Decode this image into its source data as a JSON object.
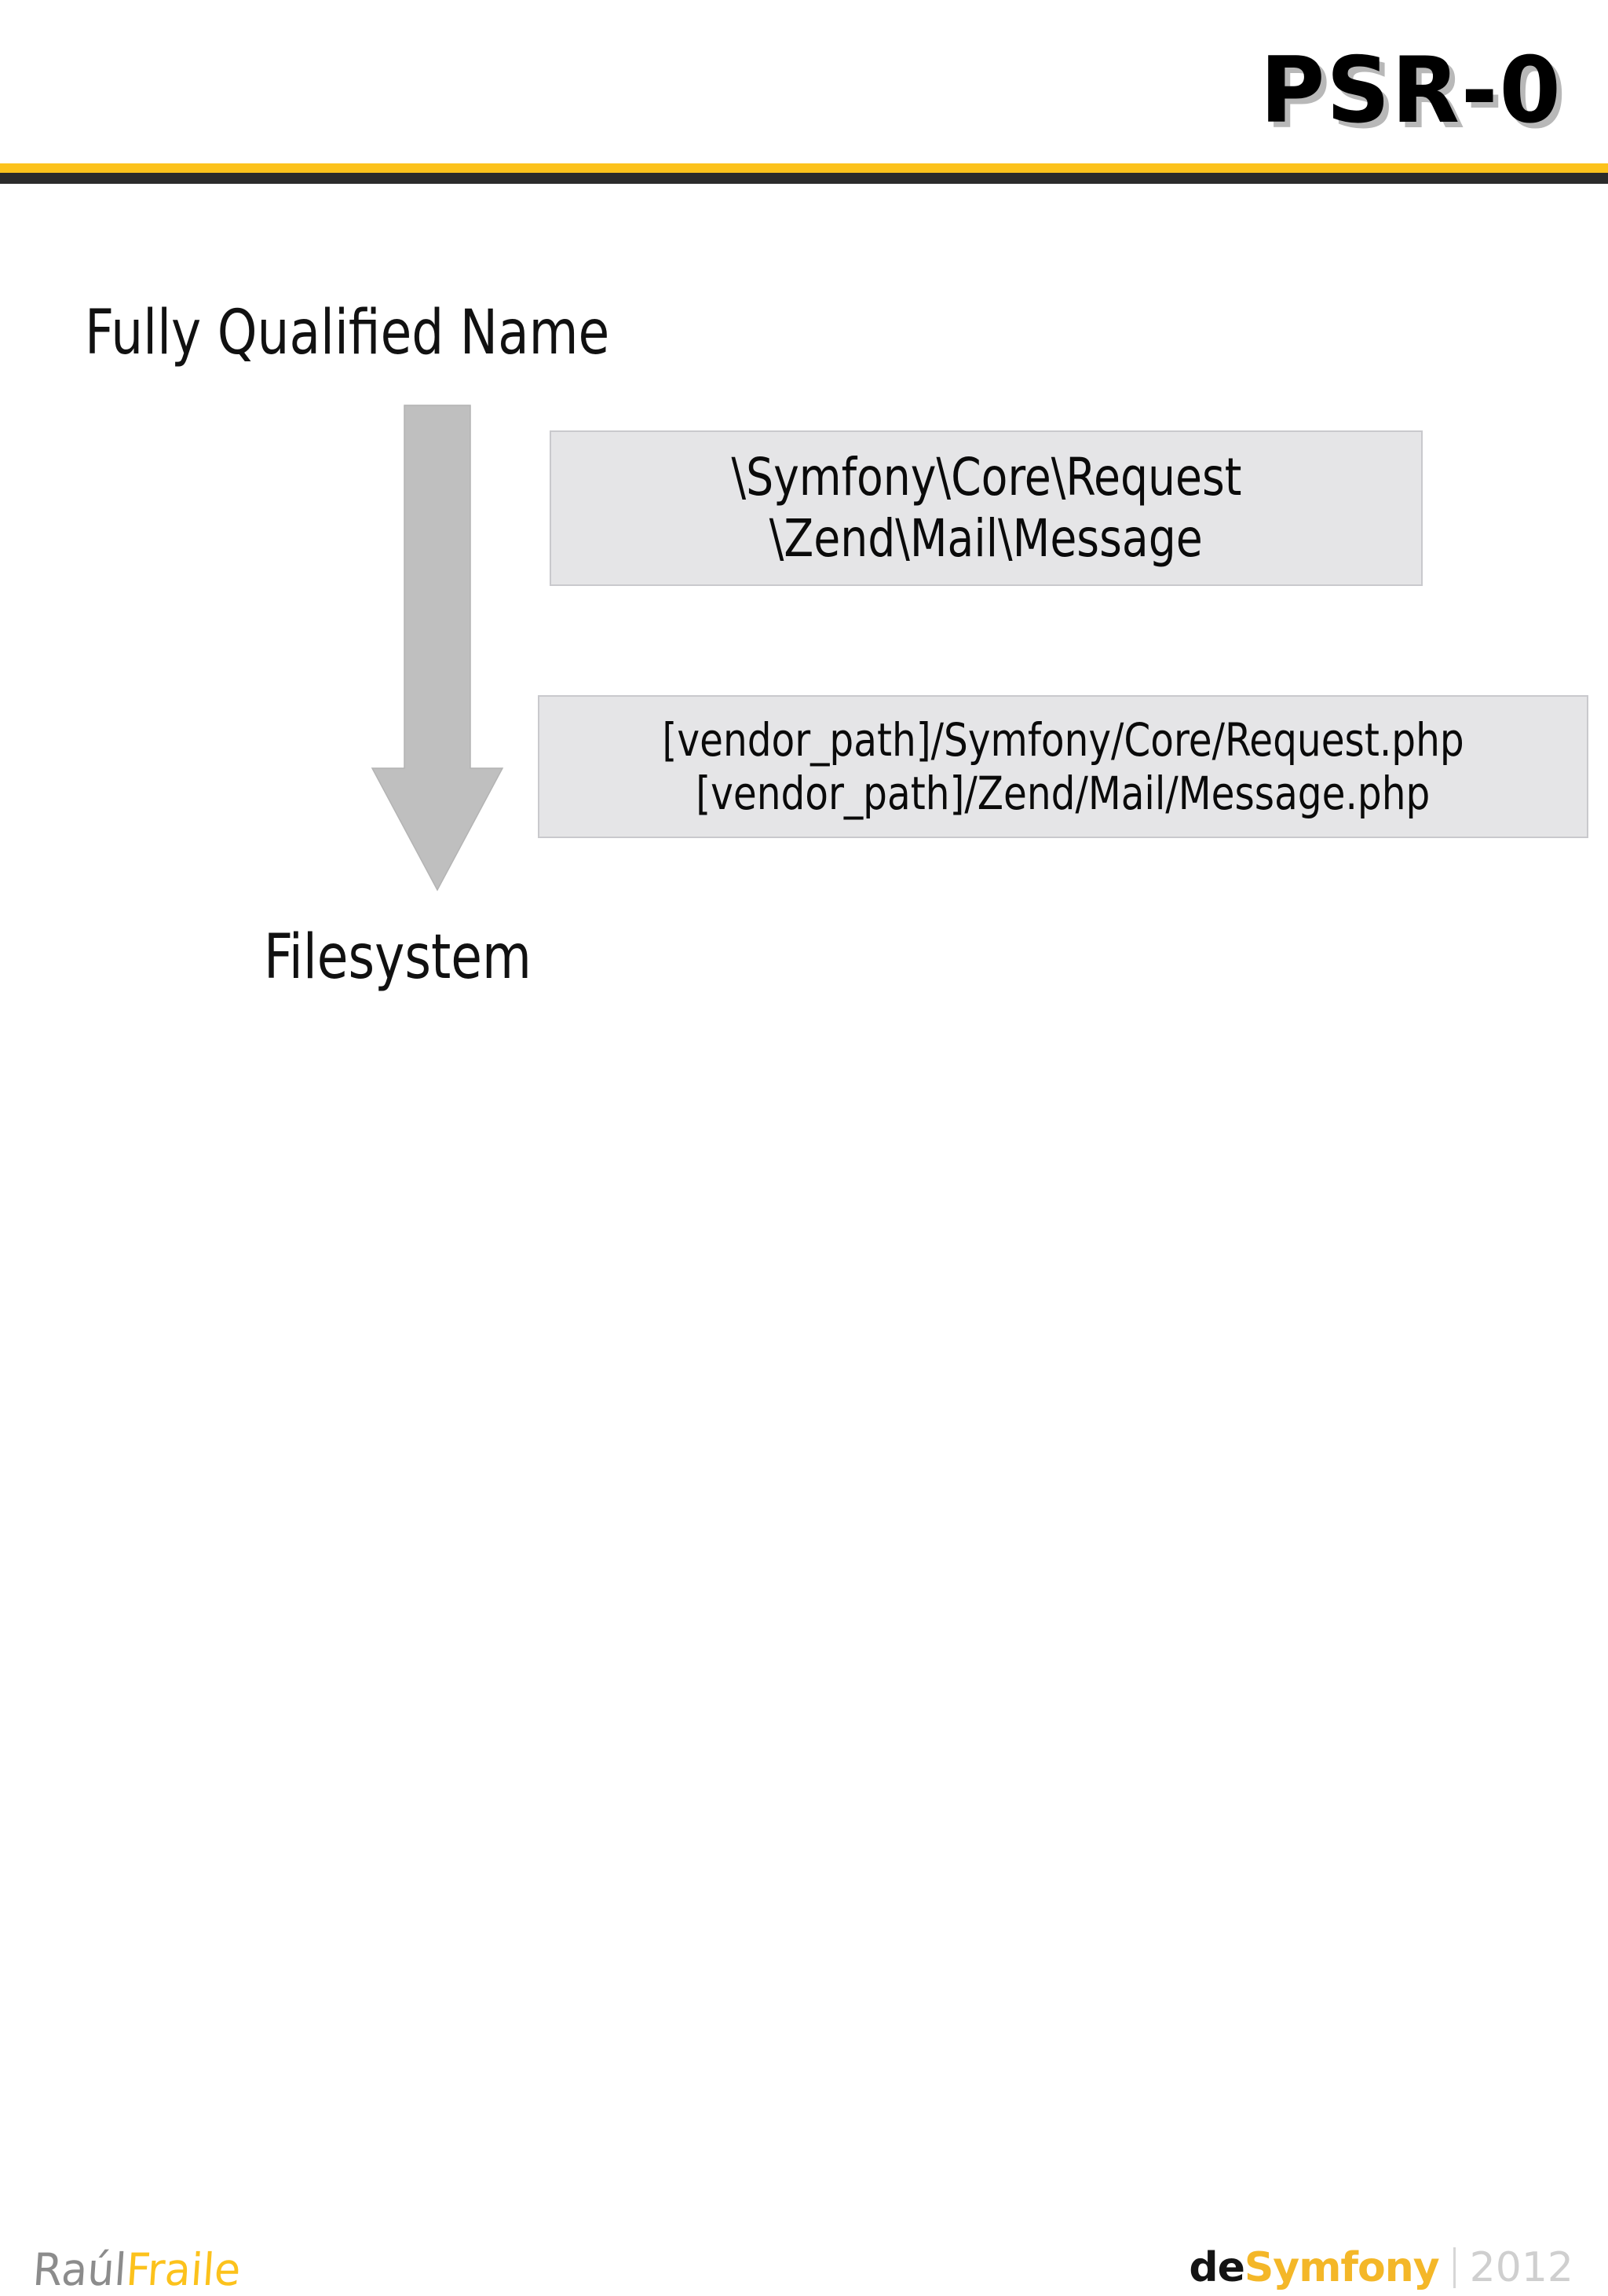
{
  "slide": {
    "title": "PSR-0",
    "accent_color": "#fcc21c",
    "rule_dark_color": "#2b2b2b",
    "background_color": "#ffffff"
  },
  "diagram": {
    "source_label": "Fully Qualified Name",
    "target_label": "Filesystem",
    "arrow": {
      "icon": "down-arrow-icon",
      "direction": "down",
      "color": "#bfbfbf"
    },
    "boxes": [
      {
        "name": "fully-qualified-name-examples",
        "fill_color": "#e5e5e7",
        "border_color": "#c9c9cd",
        "lines": [
          "\\Symfony\\Core\\Request",
          "\\Zend\\Mail\\Message"
        ]
      },
      {
        "name": "filesystem-path-examples",
        "fill_color": "#e5e5e7",
        "border_color": "#c9c9cd",
        "lines": [
          "[vendor_path]/Symfony/Core/Request.php",
          "[vendor_path]/Zend/Mail/Message.php"
        ]
      }
    ]
  },
  "footer": {
    "speaker": {
      "first_name": "Raúl",
      "last_name": "Fraile",
      "first_color": "#8c8c8c",
      "last_color": "#fcc21c"
    },
    "event": {
      "prefix": "de",
      "brand": "Symfony",
      "year": "2012",
      "prefix_color": "#141414",
      "brand_color": "#f4b728",
      "year_color": "#cfcfcf"
    }
  }
}
